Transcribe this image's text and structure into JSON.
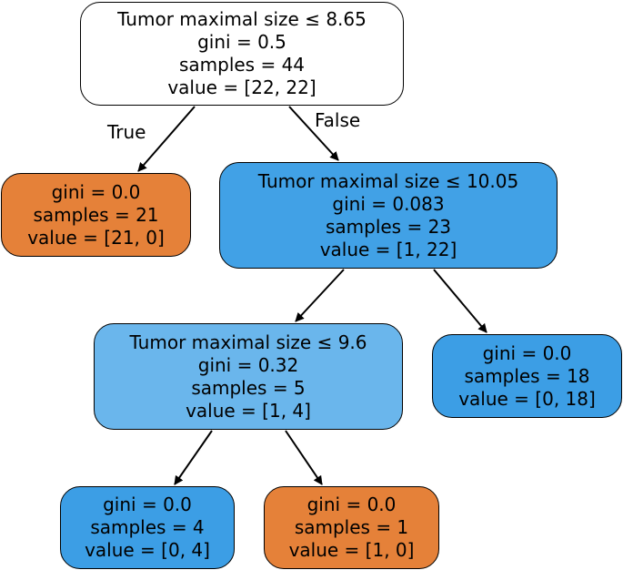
{
  "colors": {
    "root": "#ffffff",
    "orange_leaf": "#e58139",
    "blue_dark": "#3c9ee5",
    "blue_mid": "#41a1e6",
    "blue_light": "#6ab6ec",
    "edge": "#000000"
  },
  "edges": {
    "true_label": "True",
    "false_label": "False"
  },
  "nodes": {
    "n0": {
      "condition": "Tumor maximal size ≤ 8.65",
      "gini": "gini = 0.5",
      "samples": "samples = 44",
      "value": "value = [22, 22]"
    },
    "n1": {
      "gini": "gini = 0.0",
      "samples": "samples = 21",
      "value": "value = [21, 0]"
    },
    "n2": {
      "condition": "Tumor maximal size ≤ 10.05",
      "gini": "gini = 0.083",
      "samples": "samples = 23",
      "value": "value = [1, 22]"
    },
    "n3": {
      "condition": "Tumor maximal size ≤ 9.6",
      "gini": "gini = 0.32",
      "samples": "samples = 5",
      "value": "value = [1, 4]"
    },
    "n4": {
      "gini": "gini = 0.0",
      "samples": "samples = 18",
      "value": "value = [0, 18]"
    },
    "n5": {
      "gini": "gini = 0.0",
      "samples": "samples = 4",
      "value": "value = [0, 4]"
    },
    "n6": {
      "gini": "gini = 0.0",
      "samples": "samples = 1",
      "value": "value = [1, 0]"
    }
  }
}
